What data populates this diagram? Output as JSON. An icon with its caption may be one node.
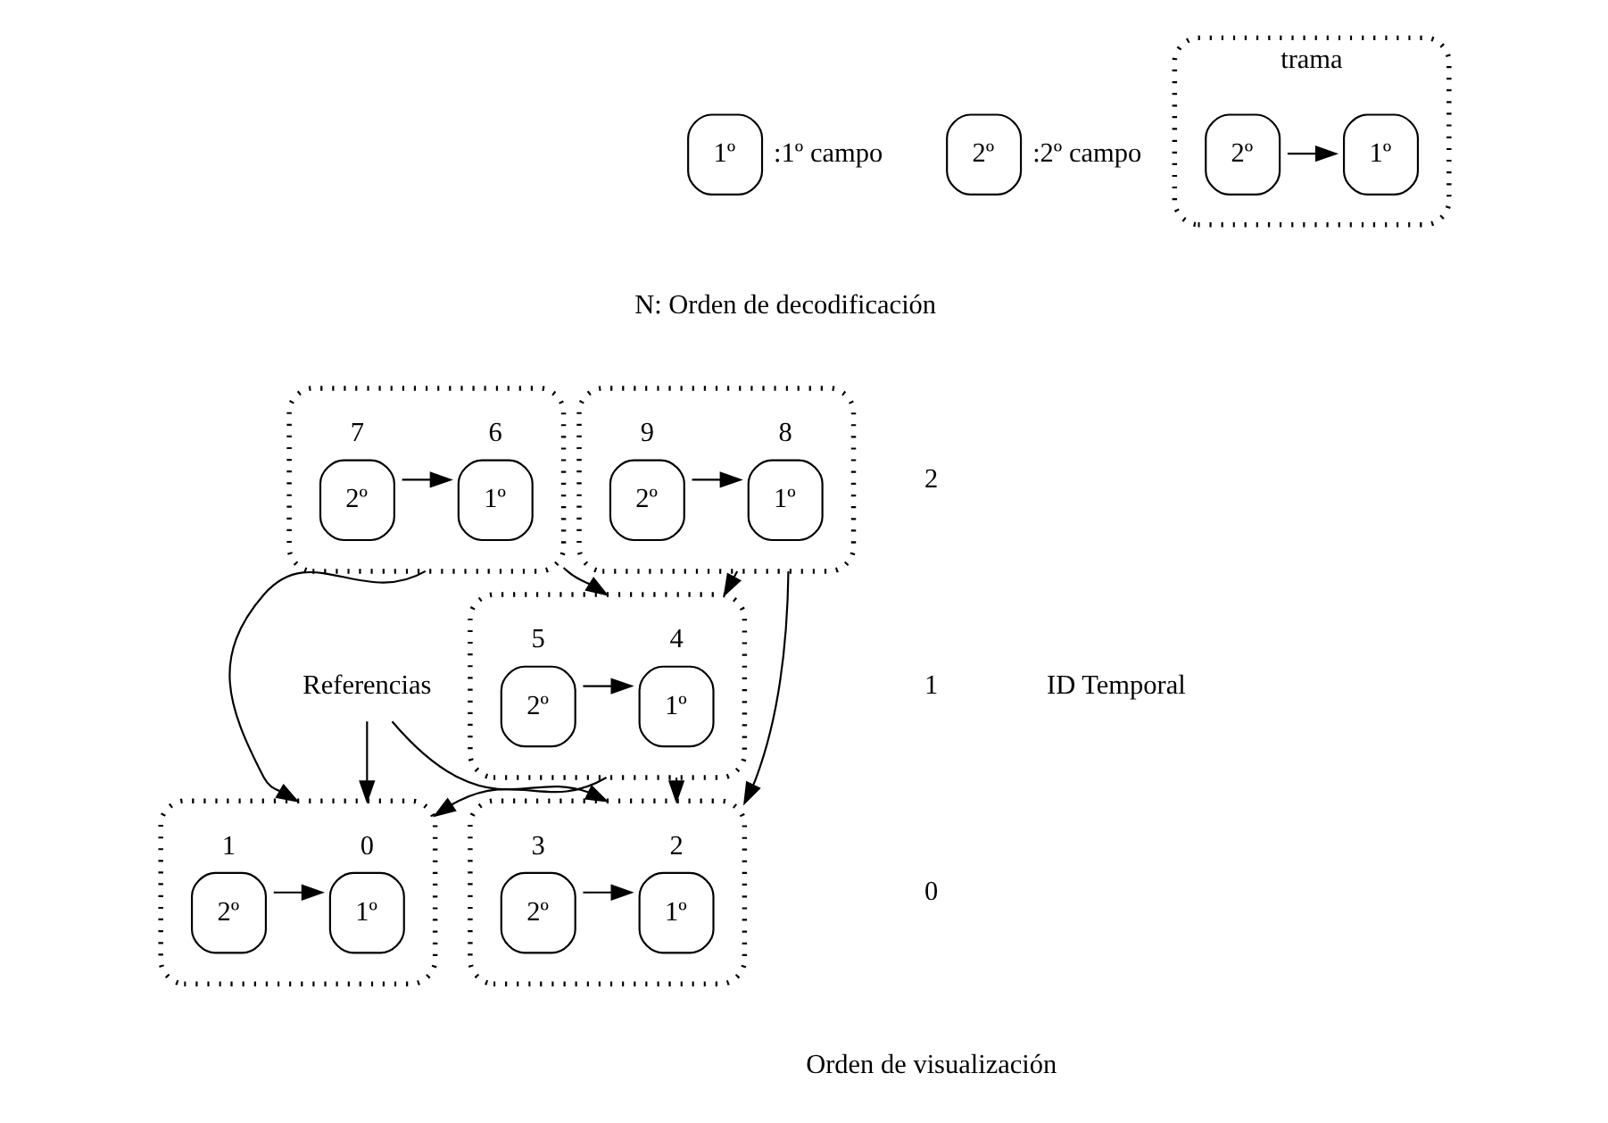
{
  "diagram": {
    "nodes": [
      {
        "text": [
          "1º"
        ],
        "beside": [
          ":1º campo"
        ]
      },
      {
        "text": [
          "2º"
        ],
        "beside": [
          ":2º campo"
        ]
      },
      {
        "text": [
          "trama"
        ]
      },
      {
        "text": [
          "1º"
        ],
        "in": 2
      },
      {
        "text": [
          "2º"
        ],
        "in": 2
      },
      {
        "text": [],
        "shape": "box"
      },
      {
        "text": [
          "1º"
        ],
        "in": 5,
        "beside": [
          "6"
        ]
      },
      {
        "text": [
          "2º"
        ],
        "in": 5,
        "beside": [
          "7"
        ]
      },
      {
        "text": [],
        "shape": "box"
      },
      {
        "text": [
          "1º"
        ],
        "in": 8,
        "beside": [
          "8"
        ]
      },
      {
        "text": [
          "2º"
        ],
        "in": 8,
        "beside": [
          "9"
        ]
      },
      {
        "text": [],
        "shape": "box"
      },
      {
        "text": [
          "1º"
        ],
        "in": 11,
        "beside": [
          "4"
        ]
      },
      {
        "text": [
          "2º"
        ],
        "in": 11,
        "beside": [
          "5"
        ]
      },
      {
        "text": [],
        "shape": "box"
      },
      {
        "text": [
          "1º"
        ],
        "in": 14,
        "beside": [
          "0"
        ]
      },
      {
        "text": [
          "2º"
        ],
        "in": 14,
        "beside": [
          "1"
        ]
      },
      {
        "text": [],
        "shape": "box"
      },
      {
        "text": [
          "1º"
        ],
        "in": 17,
        "beside": [
          "2"
        ]
      },
      {
        "text": [
          "2º"
        ],
        "in": 17,
        "beside": [
          "3"
        ]
      },
      {
        "text": [
          "Referencias"
        ]
      }
    ],
    "edges": [
      {
        "from": 4,
        "to": 3,
        "arrow": "to"
      },
      {
        "from": 7,
        "to": 6,
        "arrow": "to"
      },
      {
        "from": 10,
        "to": 9,
        "arrow": "to"
      },
      {
        "from": 13,
        "to": 12,
        "arrow": "to"
      },
      {
        "from": 16,
        "to": 15,
        "arrow": "to"
      },
      {
        "from": 19,
        "to": 18,
        "arrow": "to"
      },
      {
        "from": 5,
        "to": 14,
        "arrow": "to"
      },
      {
        "from": 5,
        "to": 11,
        "arrow": "to"
      },
      {
        "from": 8,
        "to": 11,
        "arrow": "to"
      },
      {
        "from": 8,
        "to": 17,
        "arrow": "to"
      },
      {
        "from": 11,
        "to": 14,
        "arrow": "to"
      },
      {
        "from": 11,
        "to": 17,
        "arrow": "to"
      },
      {
        "from": 20,
        "to": 14,
        "arrow": "to"
      },
      {
        "from": 20,
        "to": 17,
        "arrow": "to"
      }
    ],
    "labels": [
      "N: Orden de decodificación",
      "2",
      "1",
      "0",
      "ID Temporal",
      "Orden de visualización"
    ]
  }
}
